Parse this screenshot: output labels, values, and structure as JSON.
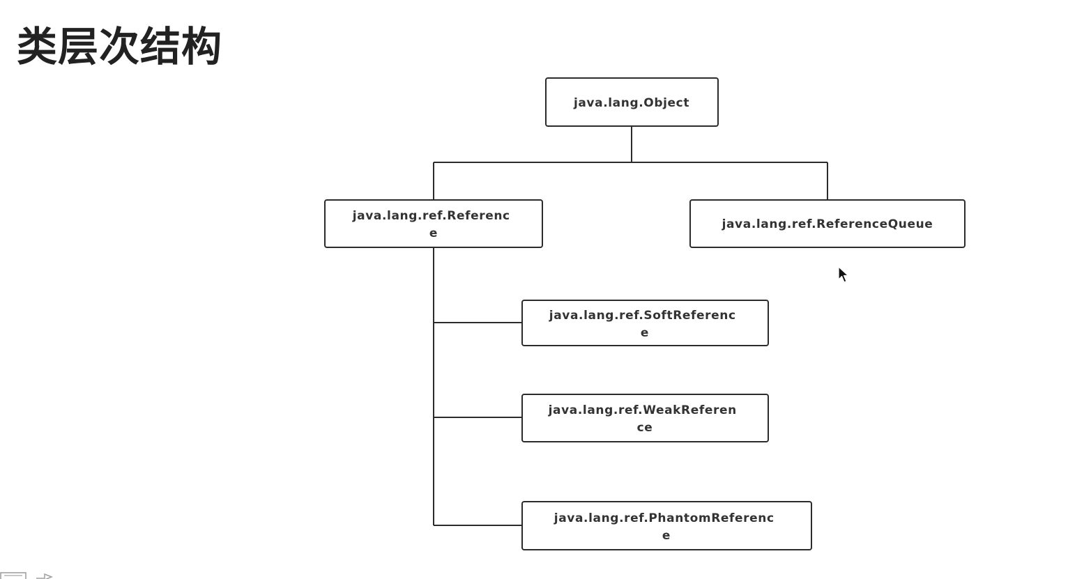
{
  "slide": {
    "title": "类层次结构"
  },
  "diagram": {
    "nodes": {
      "object": [
        "java.lang.Object"
      ],
      "reference": [
        "java.lang.ref.Referenc",
        "e"
      ],
      "reference_queue": [
        "java.lang.ref.ReferenceQueue"
      ],
      "soft_reference": [
        "java.lang.ref.SoftReferenc",
        "e"
      ],
      "weak_reference": [
        "java.lang.ref.WeakReferen",
        "ce"
      ],
      "phantom_reference": [
        "java.lang.ref.PhantomReferenc",
        "e"
      ]
    },
    "edges": [
      {
        "from": "object",
        "to": "reference"
      },
      {
        "from": "object",
        "to": "reference_queue"
      },
      {
        "from": "reference",
        "to": "soft_reference"
      },
      {
        "from": "reference",
        "to": "weak_reference"
      },
      {
        "from": "reference",
        "to": "phantom_reference"
      }
    ]
  },
  "icons": {
    "cursor": "mouse-pointer-icon",
    "corner": "slide-navigation-icon"
  }
}
